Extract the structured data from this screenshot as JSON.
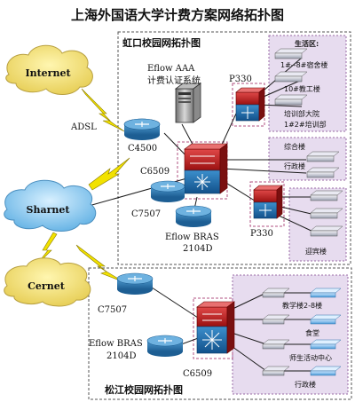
{
  "title": "上海外国语大学计费方案网络拓扑图",
  "clouds": {
    "internet": "Internet",
    "sharnet": "Sharnet",
    "cernet": "Cernet"
  },
  "links": {
    "adsl": "ADSL"
  },
  "hongkou": {
    "region_label": "虹口校园网拓扑图",
    "aaa_label_line1": "Eflow AAA",
    "aaa_label_line2": "计费认证系统",
    "p330_top": "P330",
    "p330_mid": "P330",
    "c4500": "C4500",
    "c6509": "C6509",
    "c7507": "C7507",
    "bras_line1": "Eflow BRAS",
    "bras_line2": "2104D",
    "dorm_panel": {
      "title": "生活区:",
      "items": [
        "1#--8#宿舍楼",
        "10#教工楼",
        "培训部大院",
        "1#2#培训部"
      ]
    },
    "admin_panel": {
      "items": [
        "综合楼",
        "行政楼"
      ]
    },
    "guest_panel": {
      "items": [
        "迎宾楼"
      ]
    }
  },
  "songjiang": {
    "region_label": "松江校园网拓扑图",
    "c7507": "C7507",
    "bras_line1": "Eflow BRAS",
    "bras_line2": "2104D",
    "c6509": "C6509",
    "panel": {
      "items": [
        "教学楼2-8楼",
        "食堂",
        "师生活动中心",
        "行政楼"
      ]
    }
  }
}
